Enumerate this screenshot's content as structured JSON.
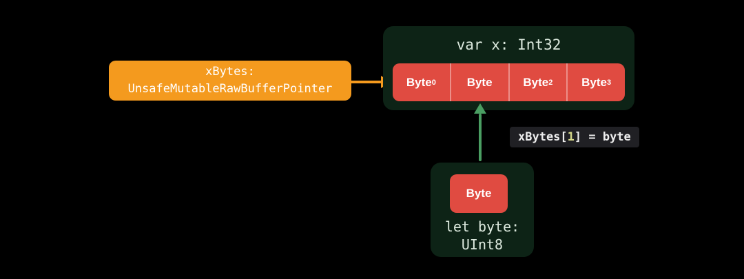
{
  "colors": {
    "background": "#000000",
    "pointer_box_orange": "#F49A1E",
    "byte_red": "#E04B41",
    "container_dark_green": "#0D2316",
    "arrow_green": "#4A9E62",
    "mono_text_pale_green": "#DCE9DE",
    "code_label_background": "#202024",
    "code_index_highlight": "#D6D98A"
  },
  "pointer_box": {
    "line1": "xBytes:",
    "line2": "UnsafeMutableRawBufferPointer"
  },
  "int_box": {
    "title": "var x: Int32",
    "cells": [
      {
        "base": "Byte",
        "sub": "0"
      },
      {
        "base": "Byte",
        "sub": ""
      },
      {
        "base": "Byte",
        "sub": "2"
      },
      {
        "base": "Byte",
        "sub": "3"
      }
    ]
  },
  "code_label": {
    "prefix": "xBytes[",
    "index": "1",
    "suffix": "] = byte"
  },
  "byte_box": {
    "cell": "Byte",
    "caption_line1": "let byte:",
    "caption_line2": "UInt8"
  }
}
